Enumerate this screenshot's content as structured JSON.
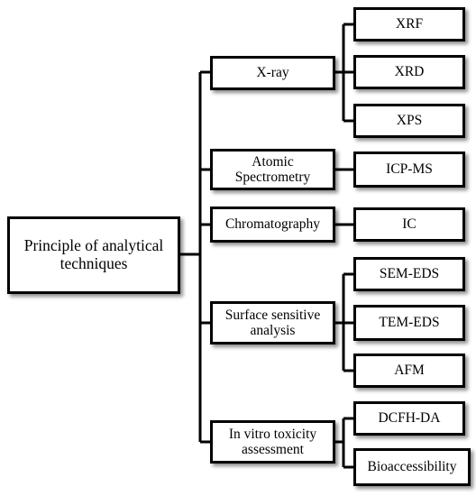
{
  "root": {
    "label": "Principle of analytical techniques"
  },
  "categories": [
    {
      "label": "X-ray",
      "children": [
        "XRF",
        "XRD",
        "XPS"
      ]
    },
    {
      "label": "Atomic Spectrometry",
      "children": [
        "ICP-MS"
      ]
    },
    {
      "label": "Chromatography",
      "children": [
        "IC"
      ]
    },
    {
      "label": "Surface sensitive analysis",
      "children": [
        "SEM-EDS",
        "TEM-EDS",
        "AFM"
      ]
    },
    {
      "label": "In vitro toxicity assessment",
      "children": [
        "DCFH-DA",
        "Bioaccessibility"
      ]
    }
  ]
}
